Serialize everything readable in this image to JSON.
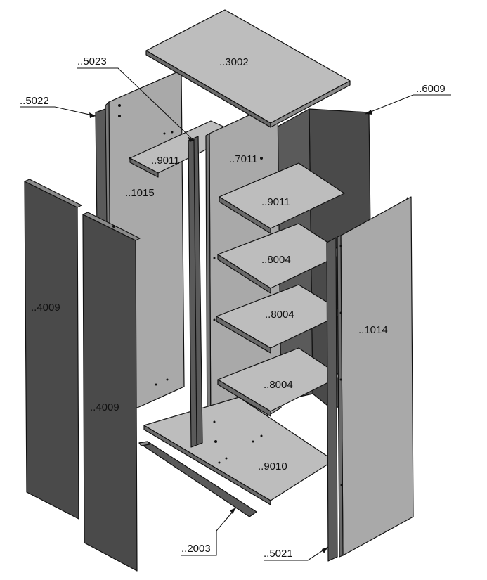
{
  "colors": {
    "panel_light": "#bdbdbd",
    "panel_mid": "#a9a9a9",
    "panel_dark": "#5a5a5a",
    "panel_darker": "#4a4a4a",
    "edge": "#111111",
    "background": "#ffffff"
  },
  "parts": {
    "top_panel": "..3002",
    "back_panel": "..6009",
    "left_side": "..1015",
    "right_side": "..1014",
    "divider": "..7011",
    "left_shelf": "..9011",
    "right_shelf_top": "..9011",
    "shelf_a": "..8004",
    "shelf_b": "..8004",
    "shelf_c": "..8004",
    "bottom_panel": "..9010",
    "door_outer": "..4009",
    "door_inner": "..4009"
  },
  "callouts": {
    "left_rail": "..5022",
    "center_rail": "..5023",
    "back_callout": "..6009",
    "plinth": "..2003",
    "right_rail": "..5021"
  }
}
